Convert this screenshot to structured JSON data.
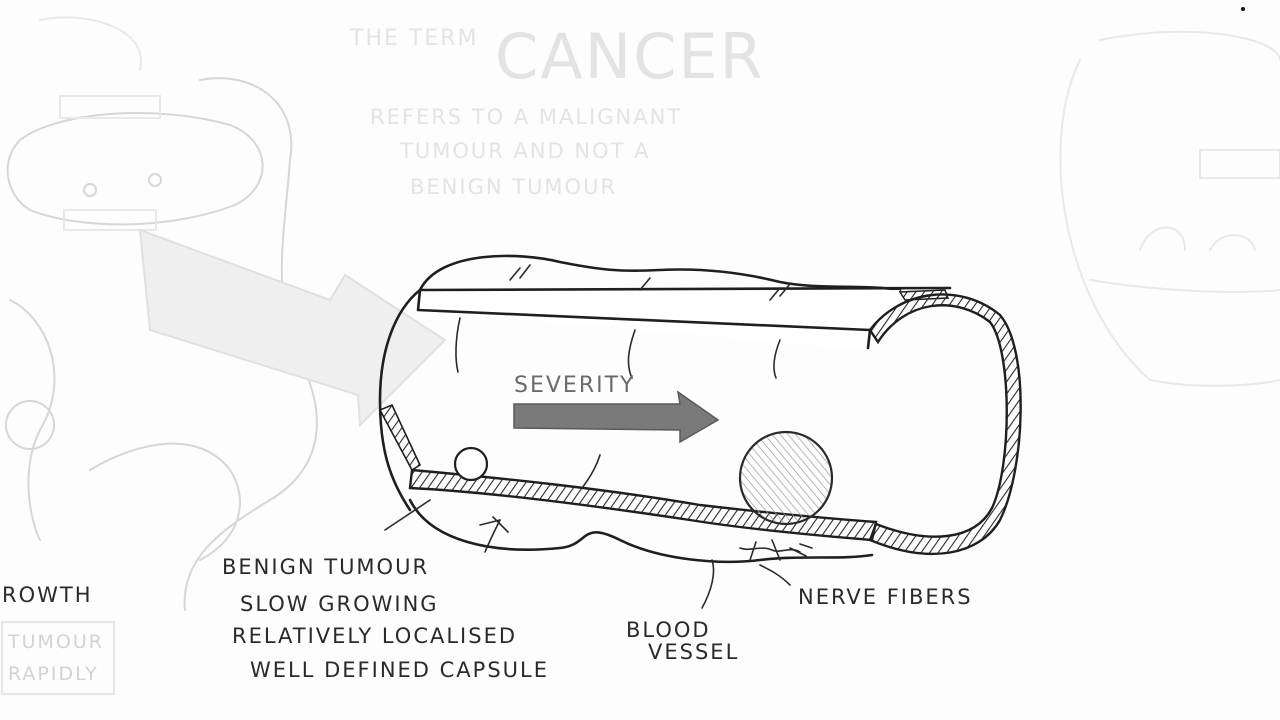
{
  "faded_header": {
    "prefix": "THE TERM",
    "title": "CANCER",
    "line1": "REFERS TO A MALIGNANT",
    "line2": "TUMOUR AND NOT A",
    "line3": "BENIGN TUMOUR"
  },
  "left_fragments": {
    "growth": "ROWTH",
    "tumour": "TUMOUR",
    "rapidly": "RAPIDLY"
  },
  "diagram": {
    "severity_label": "SEVERITY",
    "benign_title": "BENIGN TUMOUR",
    "benign_points": [
      "SLOW GROWING",
      "RELATIVELY LOCALISED",
      "WELL DEFINED CAPSULE"
    ],
    "blood_vessel_line1": "BLOOD",
    "blood_vessel_line2": "VESSEL",
    "nerve_fibers": "NERVE FIBERS"
  },
  "colors": {
    "ink": "#1f1f1f",
    "arrow_fill": "#7a7a7a",
    "ghost": "#d6d6d6",
    "background": "#fdfdfd"
  }
}
